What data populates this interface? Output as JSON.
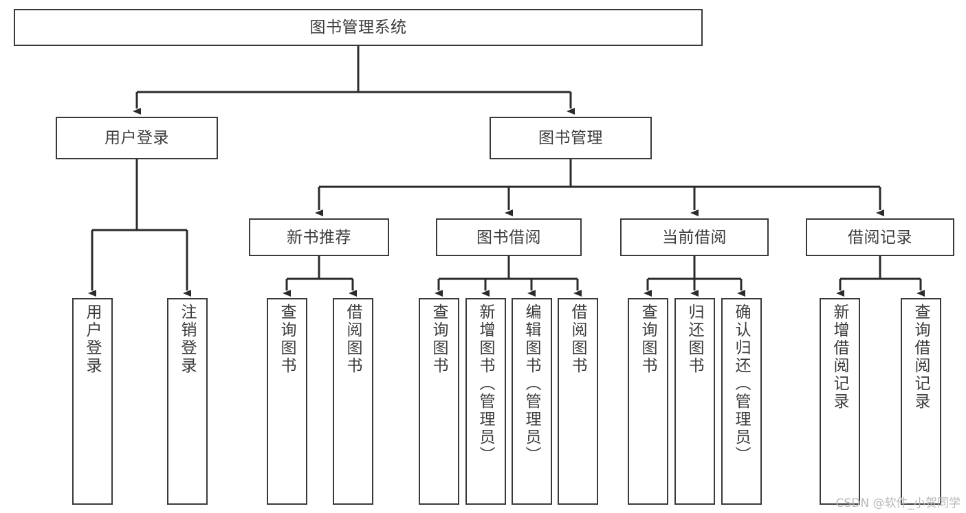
{
  "diagram": {
    "type": "tree-hierarchy-diagram",
    "title": "图书管理系统",
    "watermark": "CSDN @软件_小贺同学",
    "colors": {
      "box_border": "#3a3a3a",
      "box_fill": "#ffffff",
      "text": "#3c3c3c",
      "connector": "#2b2b2b",
      "watermark": "#b7b7b7"
    },
    "nodes": {
      "root": {
        "label": "图书管理系统"
      },
      "level2": [
        {
          "label": "用户登录"
        },
        {
          "label": "图书管理"
        }
      ],
      "level3": [
        {
          "label": "新书推荐"
        },
        {
          "label": "图书借阅"
        },
        {
          "label": "当前借阅"
        },
        {
          "label": "借阅记录"
        }
      ],
      "leaves": {
        "user_login": [
          {
            "label": "用户登录"
          },
          {
            "label": "注销登录"
          }
        ],
        "new_book_recommend": [
          {
            "label": "查询图书"
          },
          {
            "label": "借阅图书"
          }
        ],
        "book_borrow": [
          {
            "label": "查询图书"
          },
          {
            "label": "新增图书（管理员）"
          },
          {
            "label": "编辑图书（管理员）"
          },
          {
            "label": "借阅图书"
          }
        ],
        "current_borrow": [
          {
            "label": "查询图书"
          },
          {
            "label": "归还图书"
          },
          {
            "label": "确认归还（管理员）"
          }
        ],
        "borrow_record": [
          {
            "label": "新增借阅记录"
          },
          {
            "label": "查询借阅记录"
          }
        ]
      }
    }
  }
}
